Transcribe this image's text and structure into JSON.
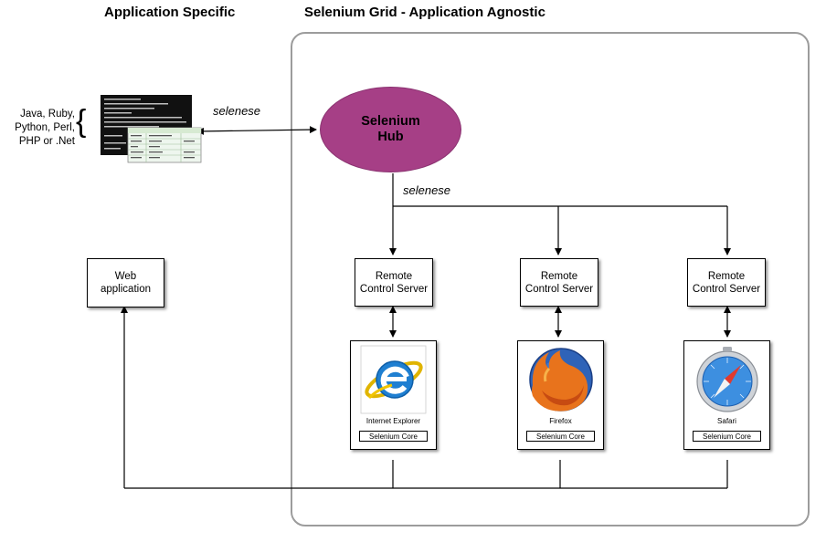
{
  "headings": {
    "left": "Application Specific",
    "right": "Selenium Grid - Application Agnostic"
  },
  "client": {
    "languages": "Java, Ruby,\nPython, Perl,\nPHP or .Net"
  },
  "labels": {
    "selenese_top": "selenese",
    "selenese_hub": "selenese"
  },
  "hub": {
    "label": "Selenium\nHub",
    "color": "#a63f86"
  },
  "web_app": {
    "label": "Web\napplication"
  },
  "remote_control_servers": [
    {
      "label": "Remote\nControl Server"
    },
    {
      "label": "Remote\nControl Server"
    },
    {
      "label": "Remote\nControl Server"
    }
  ],
  "browsers": [
    {
      "name": "Internet Explorer",
      "core": "Selenium Core",
      "icon": "internet-explorer-icon"
    },
    {
      "name": "Firefox",
      "core": "Selenium Core",
      "icon": "firefox-icon"
    },
    {
      "name": "Safari",
      "core": "Selenium Core",
      "icon": "safari-icon"
    }
  ]
}
